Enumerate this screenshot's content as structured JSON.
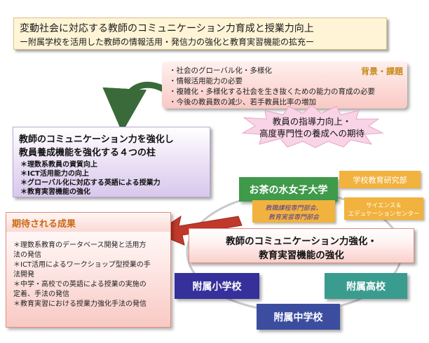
{
  "title": {
    "main": "変動社会に対応する教師のコミュニケーション力育成と授業力向上",
    "sub": "ー附属学校を活用した教師の情報活用・発信力の強化と教育実習機能の拡充ー"
  },
  "background": {
    "label": "背景・課題",
    "items": [
      "・社会のグローバル化・多様化",
      "・情報活用能力の必要",
      "・複雑化・多様化する社会を生き抜くための能力の育成の必要",
      "・今後の教員数の減少、若手教員比率の増加"
    ]
  },
  "expectation": {
    "line1": "教員の指導力向上・",
    "line2": "高度専門性の養成への期待"
  },
  "pillars": {
    "title1": "教師のコミュニケーション力を強化し",
    "title2": "教員養成機能を強化する４つの柱",
    "items": [
      "＊理数系教員の資質向上",
      "＊ICT活用能力の向上",
      "＊グローバル化に対応する英語による授業力",
      "＊教育実習機能の強化"
    ]
  },
  "results": {
    "title": "期待される成果",
    "items": [
      "＊理数系教育のデータベース開発と活用方",
      "法の発信",
      "＊ICT活用によるワークショップ型授業の手",
      "法開発",
      "＊中学・高校での英語による授業の実施の",
      "定着、手法の発信",
      "＊教育実習における授業力強化手法の発信"
    ]
  },
  "organizations": {
    "university": "お茶の水女子大学",
    "research": "学校教育研究部",
    "science_line1": "サイエンス＆",
    "science_line2": "エデュケーションセンター",
    "teaching_line1": "教職課程専門部会、",
    "teaching_line2": "教育実習専門部会"
  },
  "central": {
    "line1": "教師のコミュニケーション力強化・",
    "line2": "教育実習機能の強化"
  },
  "schools": {
    "elementary": "附属小学校",
    "high": "附属高校",
    "middle": "附属中学校"
  },
  "colors": {
    "university": "#3f9a4a",
    "orange_box": "#f2b23e",
    "elementary": "#35309a",
    "high": "#3a9c8e",
    "middle": "#3c4d9f",
    "arrow_red": "#c0392b",
    "arrow_green": "#3a6a3a"
  }
}
